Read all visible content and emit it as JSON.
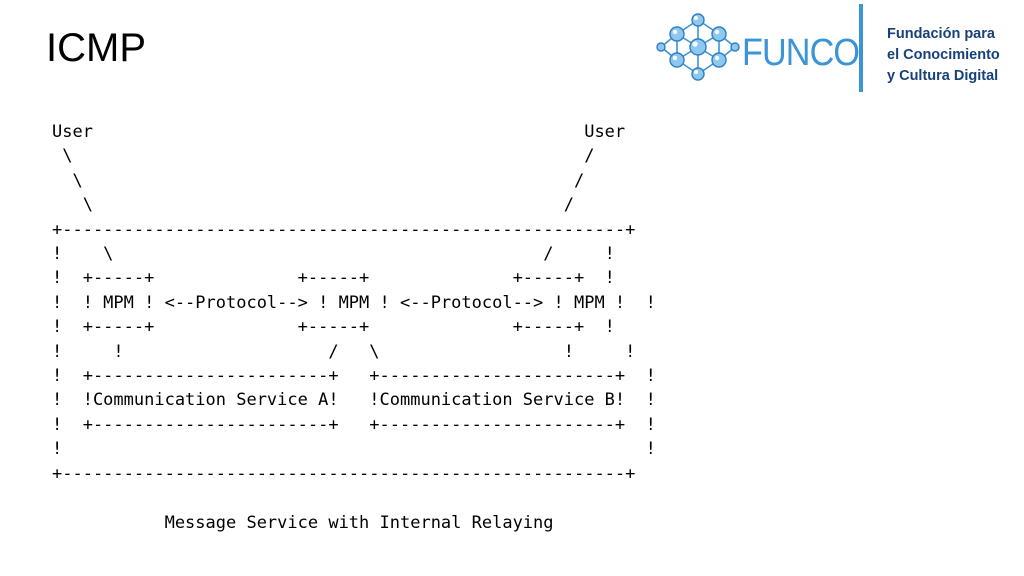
{
  "slide": {
    "title": "ICMP"
  },
  "logo": {
    "name": "FUNCO",
    "tagline": [
      "Fundación para",
      "el Conocimiento",
      "y Cultura Digital"
    ],
    "colors": {
      "brand_blue": "#3a94d6",
      "dark_blue": "#17417a"
    }
  },
  "diagram": {
    "lines": [
      "User                                                User",
      " \\                                                  /",
      "  \\                                                /",
      "   \\                                              /",
      "+-------------------------------------------------------+",
      "!    \\                                          /     !",
      "!  +-----+              +-----+              +-----+  !",
      "!  ! MPM ! <--Protocol--> ! MPM ! <--Protocol--> ! MPM !  !",
      "!  +-----+              +-----+              +-----+  !",
      "!     !                    /   \\                  !     !",
      "!  +-----------------------+   +-----------------------+  !",
      "!  !Communication Service A!   !Communication Service B!  !",
      "!  +-----------------------+   +-----------------------+  !",
      "!                                                         !",
      "+-------------------------------------------------------+",
      "",
      "           Message Service with Internal Relaying"
    ]
  }
}
